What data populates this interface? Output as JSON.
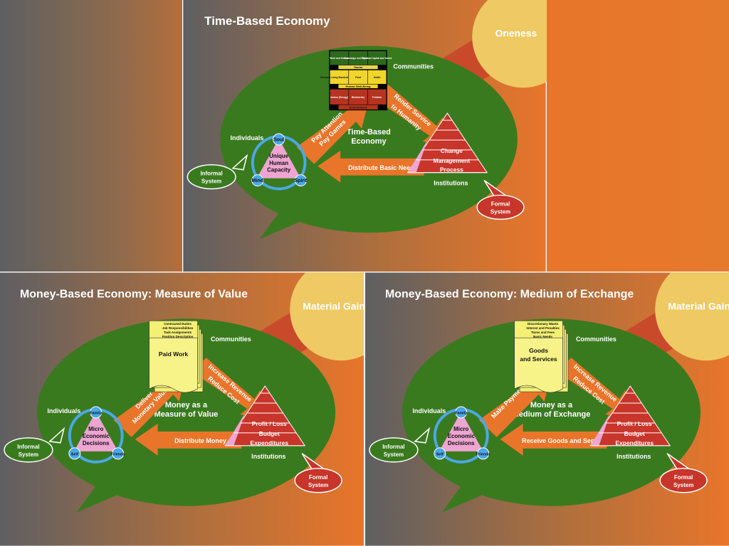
{
  "colors": {
    "gray": "#5e5f62",
    "orange": "#e8752a",
    "green": "#3a7a1f",
    "pink": "#eea5d2",
    "red": "#c8352a",
    "yellow": "#f4f074",
    "sun": "#eec964",
    "blue": "#4aa8e8"
  },
  "top": {
    "title": "Time-Based Economy",
    "sun": "Oneness",
    "center": [
      "Time-Based",
      "Economy"
    ],
    "communities": "Communities",
    "individuals": "Individuals",
    "institutions": "Institutions",
    "informal": [
      "Informal",
      "System"
    ],
    "formal": [
      "Formal",
      "System"
    ],
    "up_arrow": [
      "Pay Attention",
      "Pay Games"
    ],
    "down_arrow": [
      "Render Service",
      "to Humanity"
    ],
    "left_arrow": "Distribute Basic Needs",
    "triangle_center": [
      "Unique",
      "Human",
      "Capacity"
    ],
    "nodes": [
      "Soul",
      "Mind",
      "Spirit"
    ],
    "pyramid": [
      "Change",
      "Management",
      "Process"
    ],
    "grid": {
      "row1": [
        "Work and Service",
        "Knowledge and Education",
        "Spiritual Capital and Values"
      ],
      "row1_label": "Social",
      "row2": [
        "Minimum Living Standard (Shelter)",
        "Food",
        "Health"
      ],
      "row2_label": "Human Well-Being",
      "row3": [
        "Carbon (Energy)",
        "Biodiversity",
        "Pollution"
      ],
      "row3_label": "Environment"
    }
  },
  "left": {
    "title": "Money-Based Economy: Measure of Value",
    "sun": "Material Gain",
    "center": [
      "Money as a",
      "Measure of Value"
    ],
    "communities": "Communities",
    "individuals": "Individuals",
    "institutions": "Institutions",
    "informal": [
      "Informal",
      "System"
    ],
    "formal": [
      "Formal",
      "System"
    ],
    "up_arrow": [
      "Deliver",
      "Monetary Value"
    ],
    "down_arrow": [
      "Increase Revenue",
      "Reduce Cost"
    ],
    "left_arrow": "Distribute Money",
    "triangle_center": [
      "Micro",
      "Economic",
      "Decisions"
    ],
    "nodes": [
      "Family",
      "Self",
      "Friends"
    ],
    "pyramid": [
      "Profit / Loss",
      "Budget",
      "Expenditures"
    ],
    "docs": [
      "Contracted Duties",
      "Job Responsibilities",
      "Task Assignments",
      "Position Description"
    ],
    "doc_main": [
      "Paid Work"
    ]
  },
  "right": {
    "title": "Money-Based Economy: Medium of Exchange",
    "sun": "Material Gain",
    "center": [
      "Money as a",
      "Medium of Exchange"
    ],
    "communities": "Communities",
    "individuals": "Individuals",
    "institutions": "Institutions",
    "informal": [
      "Informal",
      "System"
    ],
    "formal": [
      "Formal",
      "System"
    ],
    "up_arrow": [
      "Make Payments"
    ],
    "down_arrow": [
      "Increase Revenue",
      "Reduce Cost"
    ],
    "left_arrow": "Receive Goods and Services",
    "triangle_center": [
      "Micro",
      "Economic",
      "Decisions"
    ],
    "nodes": [
      "Family",
      "Self",
      "Friends"
    ],
    "pyramid": [
      "Profit / Loss",
      "Budget",
      "Expenditures"
    ],
    "docs": [
      "Discretionary Wants",
      "Interest and Penalties",
      "Taxes and Fees",
      "Basic Needs"
    ],
    "doc_main": [
      "Goods",
      "and Services"
    ]
  }
}
